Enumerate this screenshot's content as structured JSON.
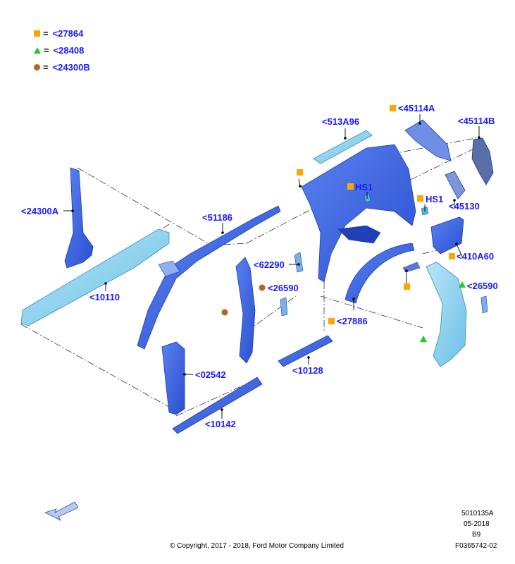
{
  "legend": [
    {
      "symbol": "square",
      "color": "#ffa500",
      "label": "<27864"
    },
    {
      "symbol": "triangle",
      "color": "#22cc22",
      "label": "<28408"
    },
    {
      "symbol": "circle",
      "color": "#b5651d",
      "label": "<24300B"
    }
  ],
  "legend_equals": "=",
  "callouts": {
    "c24300A": "<24300A",
    "c10110": "<10110",
    "c51186": "<51186",
    "c62290": "<62290",
    "c26590a": "<26590",
    "c02542": "<02542",
    "c10142": "<10142",
    "c10128": "<10128",
    "c27886": "<27886",
    "c513A96": "<513A96",
    "c45114A": "<45114A",
    "c45114B": "<45114B",
    "cHS1a": "HS1",
    "cHS1b": "HS1",
    "c45130": "<45130",
    "c410A60": "<410A60",
    "c26590b": "<26590"
  },
  "footer": {
    "ref": "5010135A",
    "date": "05-2018",
    "rev": "B9",
    "figure": "F0365742-02",
    "copyright": "© Copyright, 2017 - 2018, Ford Motor Company Limited"
  },
  "colors": {
    "part_blue": "#3a64e0",
    "part_dark": "#1f3fb0",
    "part_light": "#8fd0ee",
    "callout": "#1a1aff",
    "marker_square": "#ffa500",
    "marker_triangle": "#22cc22",
    "marker_circle": "#b5651d"
  },
  "icons": {
    "direction": "front-arrow-icon"
  }
}
